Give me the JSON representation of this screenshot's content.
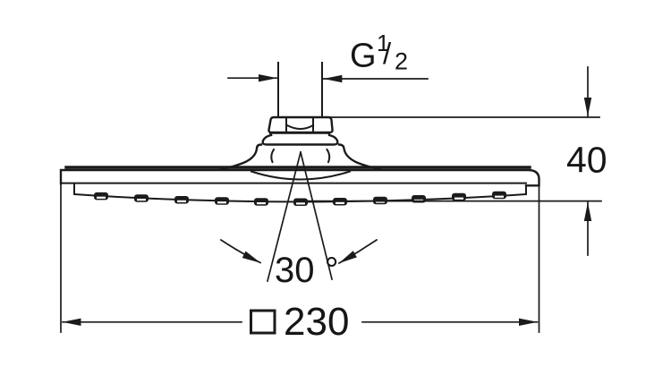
{
  "diagram": {
    "type": "technical-drawing",
    "subject": "overhead shower head, side view with dimensions",
    "background_color": "#ffffff",
    "line_color": "#1b1b1b",
    "dimensions": {
      "thread": {
        "prefix": "G",
        "numerator": "1",
        "slash": "/",
        "denominator": "2"
      },
      "height": "40",
      "angle": "30 °",
      "width": "230",
      "width_symbol": "□"
    }
  }
}
